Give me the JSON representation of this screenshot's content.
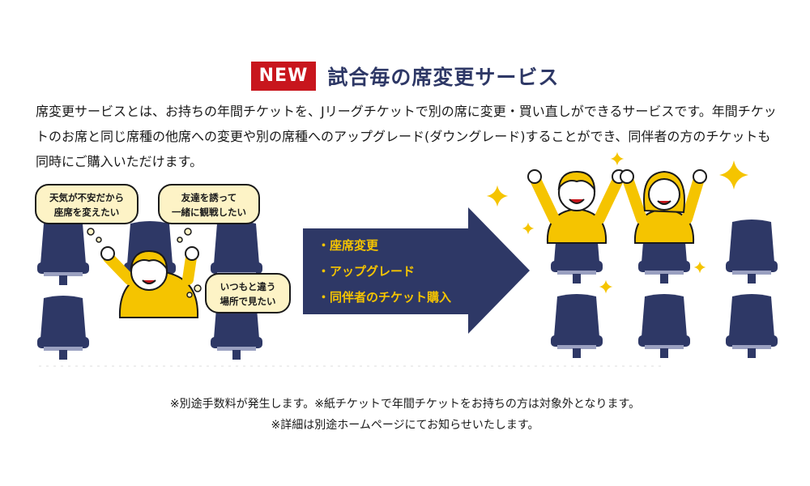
{
  "header": {
    "badge": "NEW",
    "title": "試合毎の席変更サービス"
  },
  "description": "席変更サービスとは、お持ちの年間チケットを、Jリーグチケットで別の席に変更・買い直しができるサービスです。年間チケットのお席と同じ席種の他席への変更や別の席種へのアップグレード(ダウングレード)することができ、同伴者の方のチケットも同時にご購入いただけます。",
  "bubbles": [
    {
      "line1": "天気が不安だから",
      "line2": "座席を変えたい"
    },
    {
      "line1": "友達を誘って",
      "line2": "一緒に観戦したい"
    },
    {
      "line1": "いつもと違う",
      "line2": "場所で見たい"
    }
  ],
  "arrow_items": [
    "・座席変更",
    "・アップグレード",
    "・同伴者のチケット購入"
  ],
  "notes": [
    "※別途手数料が発生します。※紙チケットで年間チケットをお持ちの方は対象外となります。",
    "※詳細は別途ホームページにてお知らせいたします。"
  ],
  "colors": {
    "badge": "#c8161d",
    "title": "#2e3866",
    "seat": "#2e3866",
    "arrow": "#2e3866",
    "arrow_text": "#f5c400",
    "shirt": "#f5c400",
    "bubble": "#fdf3c6",
    "sparkle": "#f5c400"
  }
}
